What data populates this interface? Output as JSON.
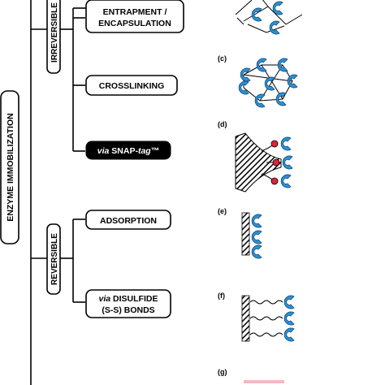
{
  "root": {
    "label": "ENZYME IMMOBILIZATION"
  },
  "branches": [
    {
      "label": "IRREVERSIBLE",
      "methods": [
        {
          "lines": [
            "ENTRAPMENT /",
            "ENCAPSULATION"
          ],
          "highlight": false
        },
        {
          "lines": [
            "CROSSLINKING"
          ],
          "highlight": false
        },
        {
          "prefix": "via",
          "text": " SNAP-",
          "suffix": "tag",
          "tm": "™",
          "highlight": true
        }
      ]
    },
    {
      "label": "REVERSIBLE",
      "methods": [
        {
          "lines": [
            "ADSORPTION"
          ],
          "highlight": false
        },
        {
          "prefix": "via",
          "lines": [
            "DISULFIDE",
            "(S-S) BONDS"
          ],
          "highlight": false
        }
      ]
    }
  ],
  "panel_labels": [
    "(c)",
    "(d)",
    "(e)",
    "(f)",
    "(g)"
  ],
  "colors": {
    "enzyme": "#2f8fd0",
    "snap": "#e0223a",
    "highlight_box": "#000000"
  }
}
